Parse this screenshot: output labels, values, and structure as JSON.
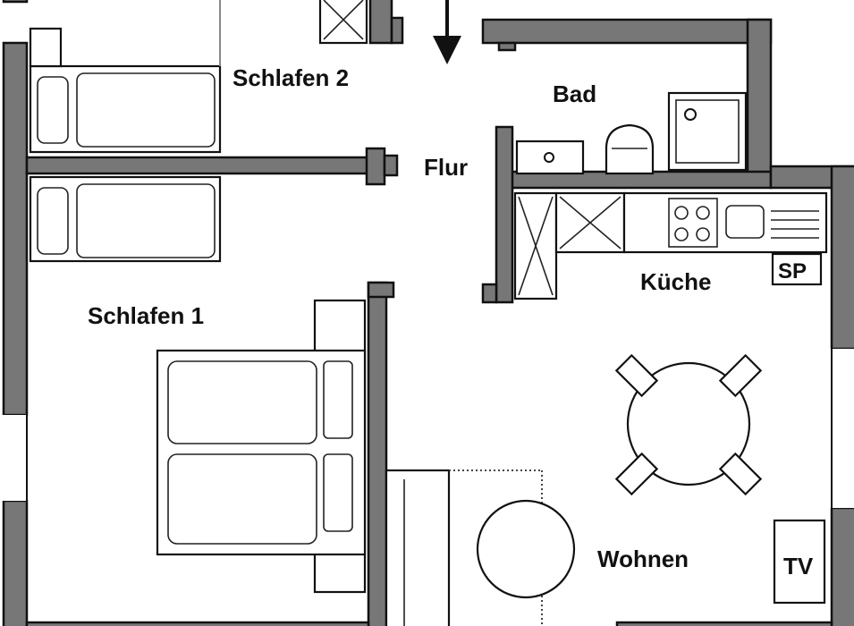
{
  "rooms": {
    "schlafen2": "Schlafen 2",
    "bad": "Bad",
    "flur": "Flur",
    "kueche": "Küche",
    "schlafen1": "Schlafen 1",
    "wohnen": "Wohnen"
  },
  "fixtures": {
    "speisekammer": "SP",
    "tv": "TV"
  }
}
